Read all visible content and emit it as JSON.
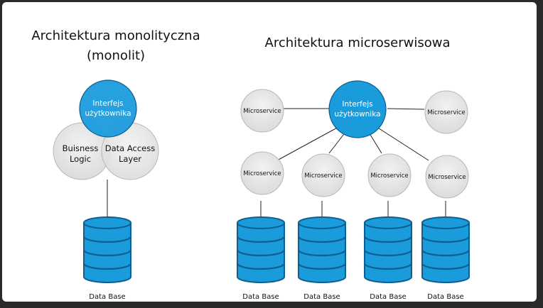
{
  "titles": {
    "monolith": [
      "Architektura monolityczna",
      "(monolit)"
    ],
    "microservices": "Architektura microserwisowa"
  },
  "monolith": {
    "ui": [
      "Interfejs",
      "użytkownika"
    ],
    "business": [
      "Buisness",
      "Logic"
    ],
    "data_access": [
      "Data Access",
      "Layer"
    ],
    "database": "Data Base"
  },
  "microservices": {
    "ui": [
      "Interfejs",
      "użytkownika"
    ],
    "service_label": "Microservice",
    "database_label": "Data Base"
  },
  "colors": {
    "blue": "#1a9bdc",
    "blue_dark": "#0e5f8f",
    "grey_fill": "#e4e4e4",
    "grey_stroke": "#b8b8b8"
  }
}
